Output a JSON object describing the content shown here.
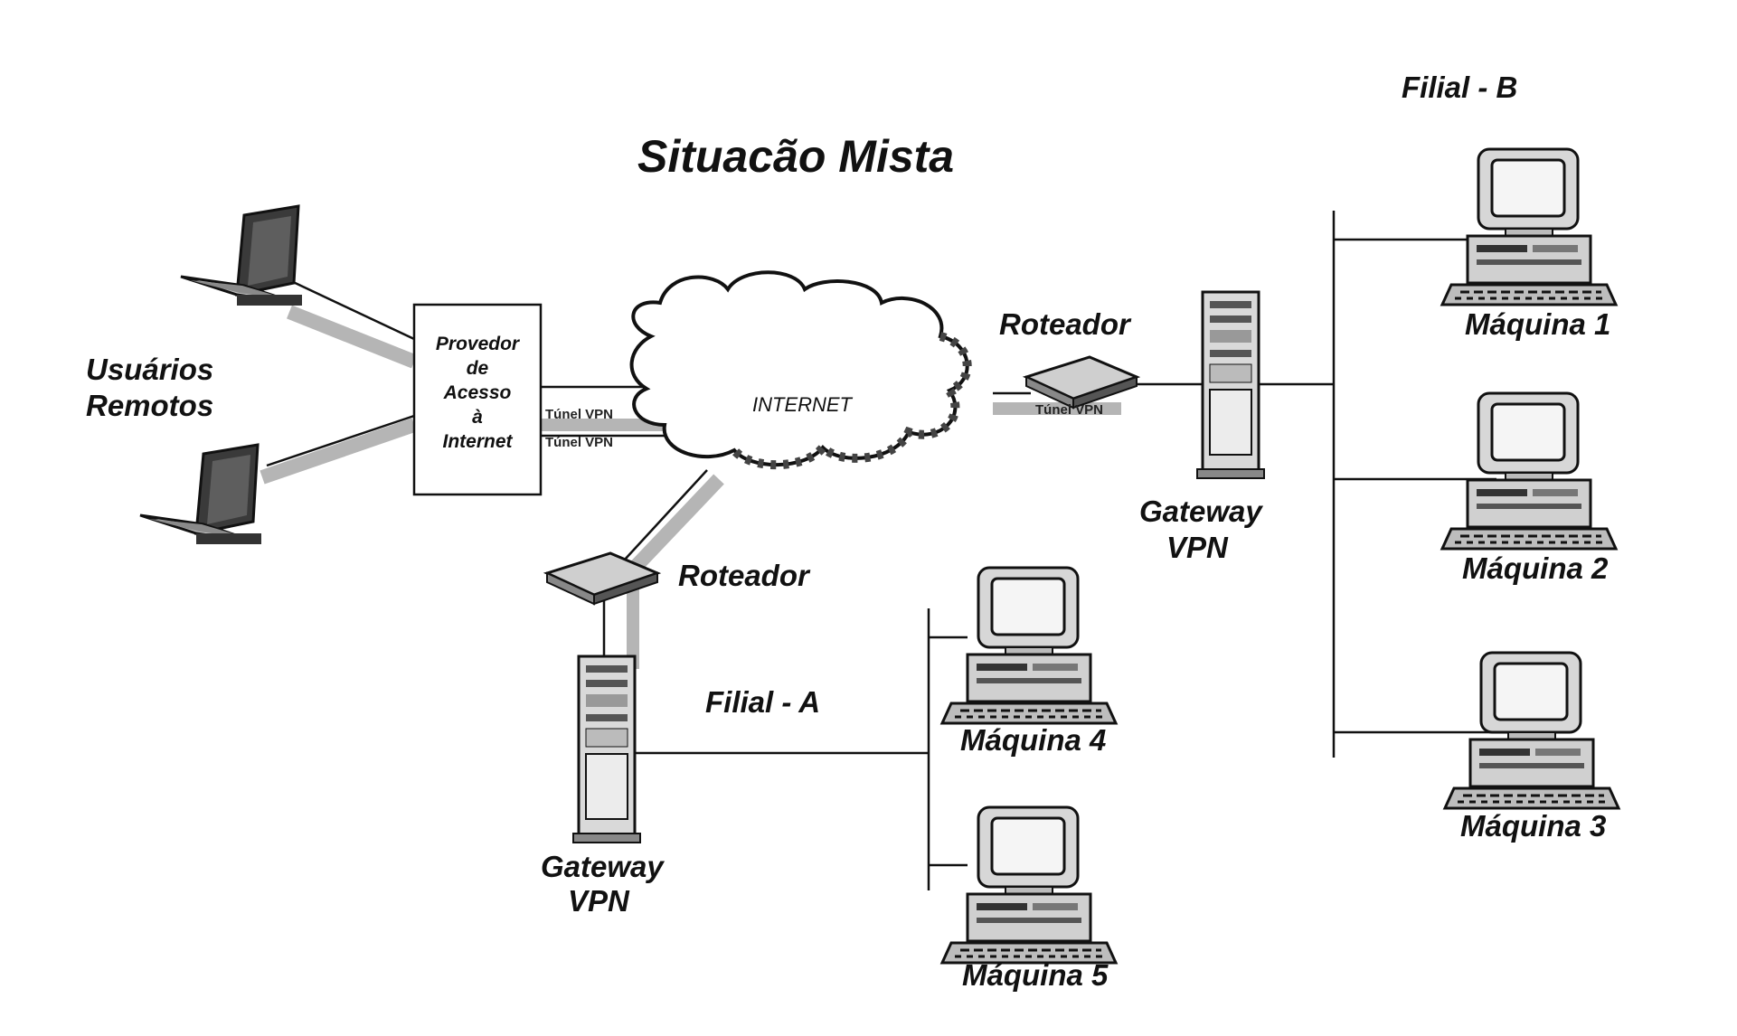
{
  "title": "Situacão Mista",
  "labels": {
    "remote_users_line1": "Usuários",
    "remote_users_line2": "Remotos",
    "provider_line1": "Provedor",
    "provider_line2": "de",
    "provider_line3": "Acesso",
    "provider_line4": "à",
    "provider_line5": "Internet",
    "internet": "INTERNET",
    "router_b": "Roteador",
    "router_a": "Roteador",
    "gateway_b_line1": "Gateway",
    "gateway_b_line2": "VPN",
    "gateway_a_line1": "Gateway",
    "gateway_a_line2": "VPN",
    "branch_a": "Filial - A",
    "branch_b": "Filial - B",
    "tunnel_1": "Túnel VPN",
    "tunnel_2": "Túnel VPN",
    "tunnel_3": "Túnel VPN",
    "machine_1": "Máquina 1",
    "machine_2": "Máquina 2",
    "machine_3": "Máquina 3",
    "machine_4": "Máquina 4",
    "machine_5": "Máquina 5"
  },
  "icons": [
    "laptop-icon",
    "desktop-computer-icon",
    "router-icon",
    "server-tower-icon",
    "cloud-icon"
  ],
  "colors": {
    "line": "#111111",
    "tunnel_band": "#b5b5b5",
    "background": "#ffffff"
  }
}
